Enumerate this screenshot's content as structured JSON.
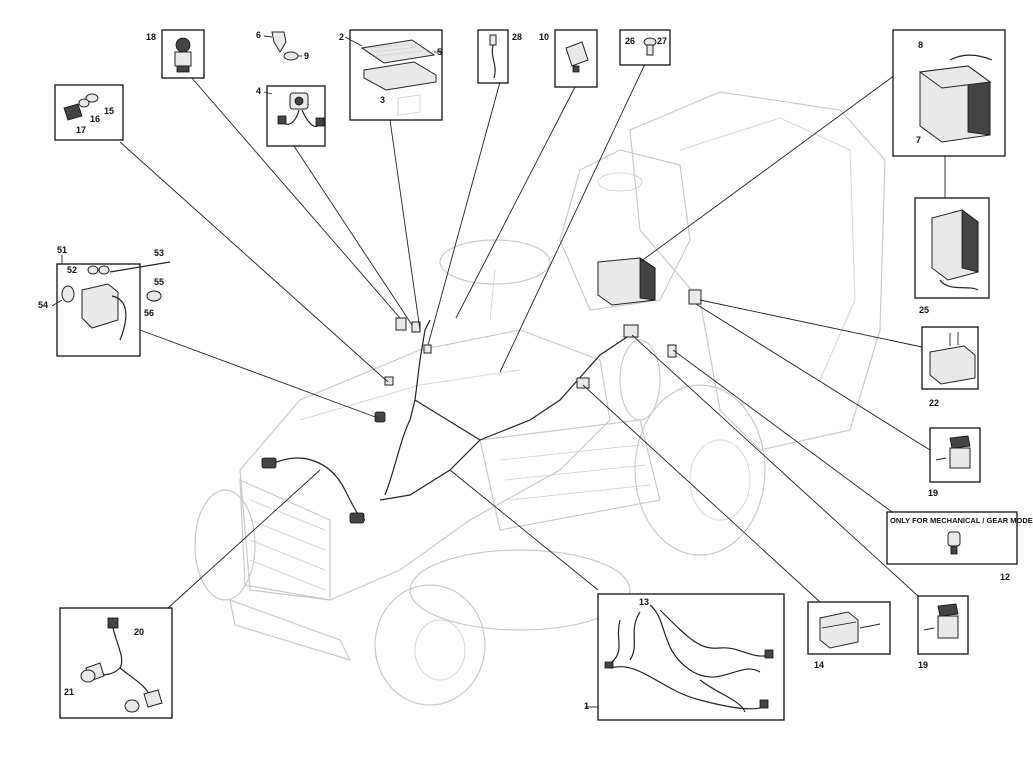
{
  "labels": {
    "p1": "1",
    "p2": "2",
    "p3": "3",
    "p4": "4",
    "p5": "5",
    "p6": "6",
    "p7": "7",
    "p8": "8",
    "p9": "9",
    "p10": "10",
    "p12": "12",
    "p13": "13",
    "p14": "14",
    "p15": "15",
    "p16": "16",
    "p17": "17",
    "p18": "18",
    "p19a": "19",
    "p19b": "19",
    "p20": "20",
    "p21": "21",
    "p22": "22",
    "p25": "25",
    "p26": "26",
    "p27": "27",
    "p28": "28",
    "p51": "51",
    "p52": "52",
    "p53": "53",
    "p54": "54",
    "p55": "55",
    "p56": "56"
  },
  "note": "ONLY FOR MECHANICAL / GEAR MODELS"
}
